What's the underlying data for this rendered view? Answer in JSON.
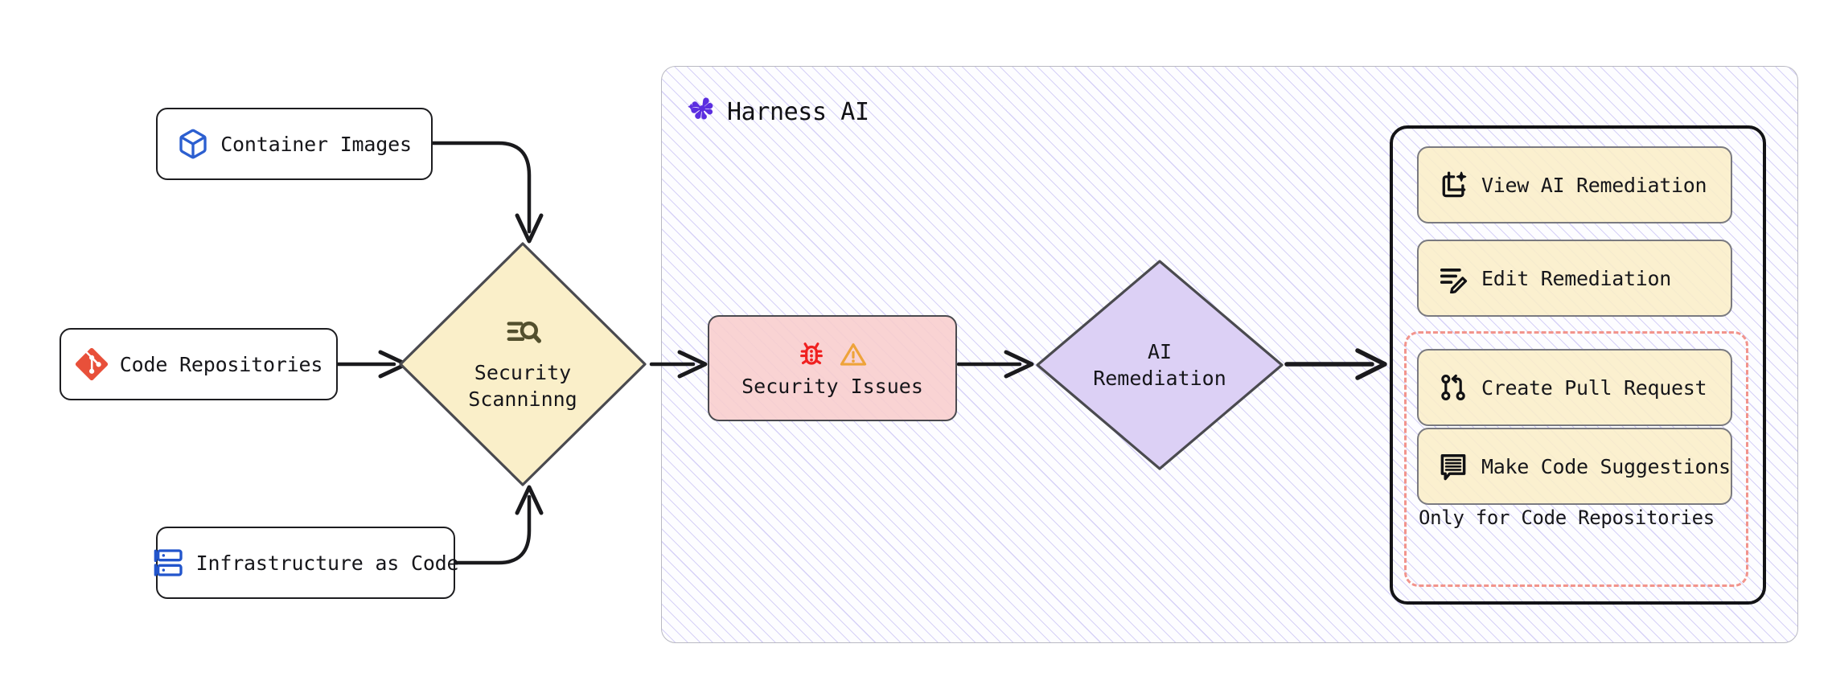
{
  "diagram": {
    "title": "Harness AI security scanning and remediation flow",
    "sources": [
      {
        "id": "container-images",
        "label": "Container Images",
        "icon": "cube-icon",
        "icon_color": "#2c5fd0"
      },
      {
        "id": "code-repositories",
        "label": "Code Repositories",
        "icon": "git-icon",
        "icon_color": "#e8503a"
      },
      {
        "id": "infrastructure-as-code",
        "label": "Infrastructure as Code",
        "icon": "server-stack-icon",
        "icon_color": "#2255cc"
      }
    ],
    "scanning": {
      "line1": "Security",
      "line2": "Scanninng",
      "icon": "document-search-icon",
      "fill": "#faefc9",
      "stroke": "#4a4a4f"
    },
    "issues": {
      "label": "Security Issues",
      "icons": [
        "bug-icon",
        "warning-triangle-icon"
      ],
      "bug_color": "#f02020",
      "warning_color": "#eea33a",
      "fill": "#f8cdcd"
    },
    "remediation": {
      "line1": "AI",
      "line2": "Remediation",
      "fill": "#dcd0f5",
      "stroke": "#4a4a4f"
    },
    "cluster": {
      "label": "Harness AI",
      "logo": "harness-pinwheel-icon",
      "logo_color": "#5b2ee0"
    },
    "actions": [
      {
        "id": "view-ai-remediation",
        "label": "View AI Remediation",
        "icon": "page-sparkle-icon"
      },
      {
        "id": "edit-remediation",
        "label": "Edit Remediation",
        "icon": "lines-pencil-icon"
      },
      {
        "id": "create-pull-request",
        "label": "Create Pull Request",
        "icon": "pull-request-icon"
      },
      {
        "id": "make-code-suggestions",
        "label": "Make Code Suggestions",
        "icon": "comment-lines-icon"
      }
    ],
    "repo_only_note": "Only for Code Repositories",
    "colors": {
      "accent_purple": "#5b2ee0",
      "yellow_fill": "#faefc9",
      "pink_fill": "#f8cdcd",
      "lavender_fill": "#dcd0f5",
      "dashed_red": "#f2948c",
      "node_stroke": "#1d1d20"
    }
  }
}
